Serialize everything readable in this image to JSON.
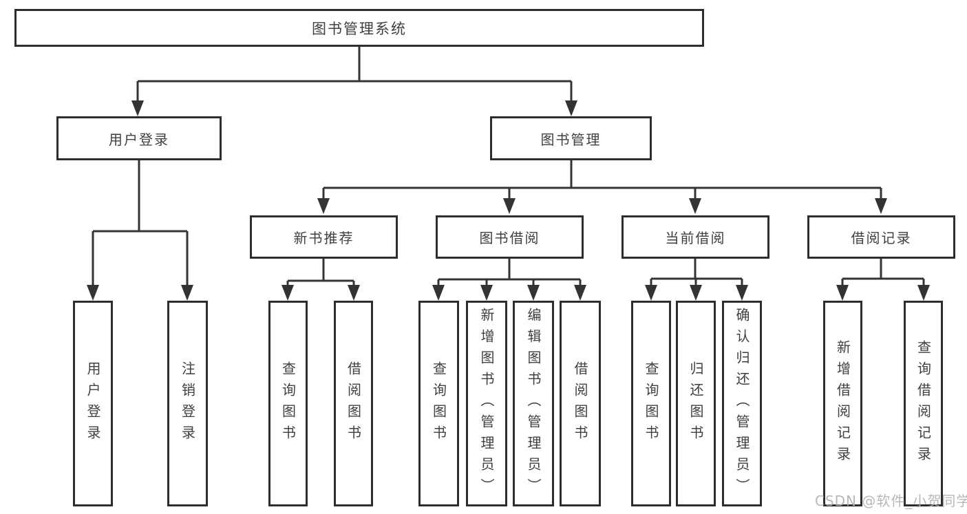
{
  "diagram": {
    "root_label": "图书管理系统",
    "watermark": "CSDN @软件_小贺同学",
    "line_color": "#333333",
    "border_color": "#2d2d2d",
    "branches": [
      {
        "label": "用户登录",
        "leaves": [
          "用户登录",
          "注销登录"
        ]
      },
      {
        "label": "图书管理",
        "groups": [
          {
            "label": "新书推荐",
            "leaves": [
              "查询图书",
              "借阅图书"
            ]
          },
          {
            "label": "图书借阅",
            "leaves": [
              "查询图书",
              "新增图书（管理员）",
              "编辑图书（管理员）",
              "借阅图书"
            ]
          },
          {
            "label": "当前借阅",
            "leaves": [
              "查询图书",
              "归还图书",
              "确认归还（管理员）"
            ]
          },
          {
            "label": "借阅记录",
            "leaves": [
              "新增借阅记录",
              "查询借阅记录"
            ]
          }
        ]
      }
    ]
  }
}
